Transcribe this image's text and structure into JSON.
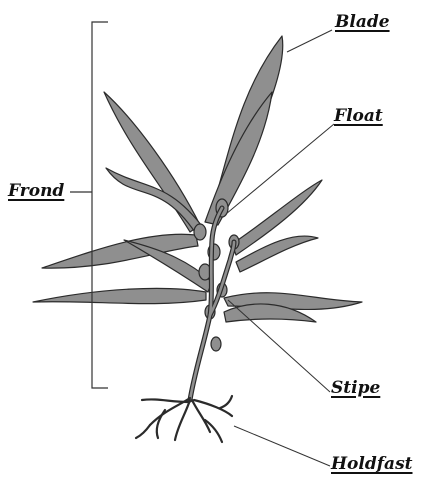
{
  "labels": {
    "blade": "Blade",
    "float": "Float",
    "frond": "Frond",
    "stipe": "Stipe",
    "holdfast": "Holdfast"
  },
  "colors": {
    "blade_fill": "#8f8f8f",
    "outline": "#2b2b2b",
    "background": "#ffffff"
  }
}
